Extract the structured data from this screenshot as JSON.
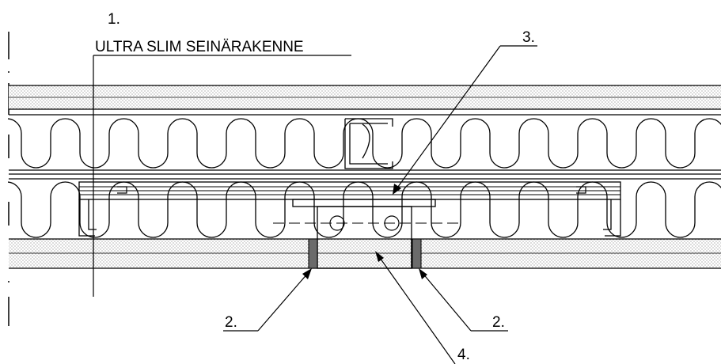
{
  "labels": {
    "num1": "1.",
    "title": "ULTRA SLIM SEINÄRAKENNE",
    "num2_left": "2.",
    "num2_right": "2.",
    "num3": "3.",
    "num4": "4."
  },
  "colors": {
    "line": "#000000",
    "seal": "#6b6b6b",
    "board_dots": "#555555"
  }
}
